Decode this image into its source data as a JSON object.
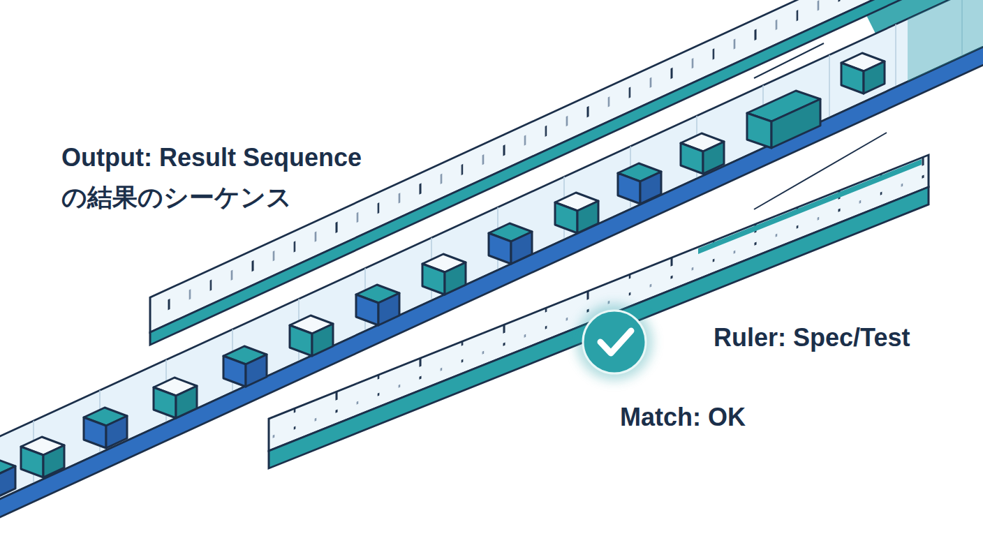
{
  "diagram": {
    "labels": [
      "Output: Result Sequence",
      "の結果のシーケンス",
      "Ruler: Spec/Test",
      "Match: OK"
    ]
  }
}
